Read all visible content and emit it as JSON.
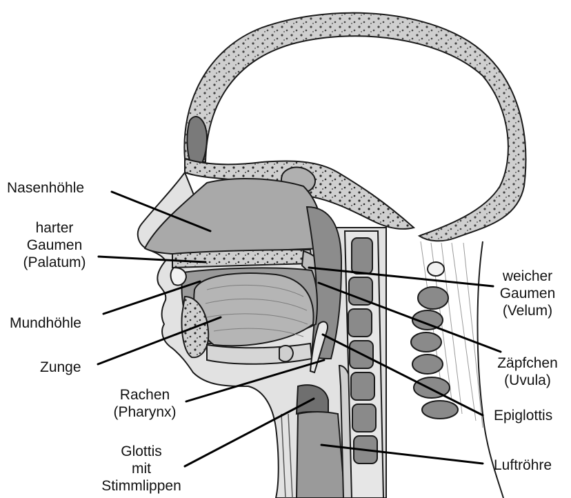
{
  "colors": {
    "bone": "#cfcfcf",
    "bone_dots": "#2a2a2a",
    "cavity": "#a9a9a9",
    "cavity_dark": "#8c8c8c",
    "tissue_light": "#e2e2e2",
    "vertebra": "#8a8a8a",
    "outline": "#1a1a1a",
    "leader": "#000000",
    "text": "#111111"
  },
  "labels": {
    "nasenhoehle": "Nasenhöhle",
    "harter_gaumen": [
      "harter",
      "Gaumen",
      "(Palatum)"
    ],
    "mundhoehle": "Mundhöhle",
    "zunge": "Zunge",
    "rachen": [
      "Rachen",
      "(Pharynx)"
    ],
    "glottis": [
      "Glottis",
      "mit",
      "Stimmlippen"
    ],
    "weicher_gaumen": [
      "weicher",
      "Gaumen",
      "(Velum)"
    ],
    "zaepfchen": [
      "Zäpfchen",
      "(Uvula)"
    ],
    "epiglottis": "Epiglottis",
    "luftroehre": "Luftröhre"
  }
}
